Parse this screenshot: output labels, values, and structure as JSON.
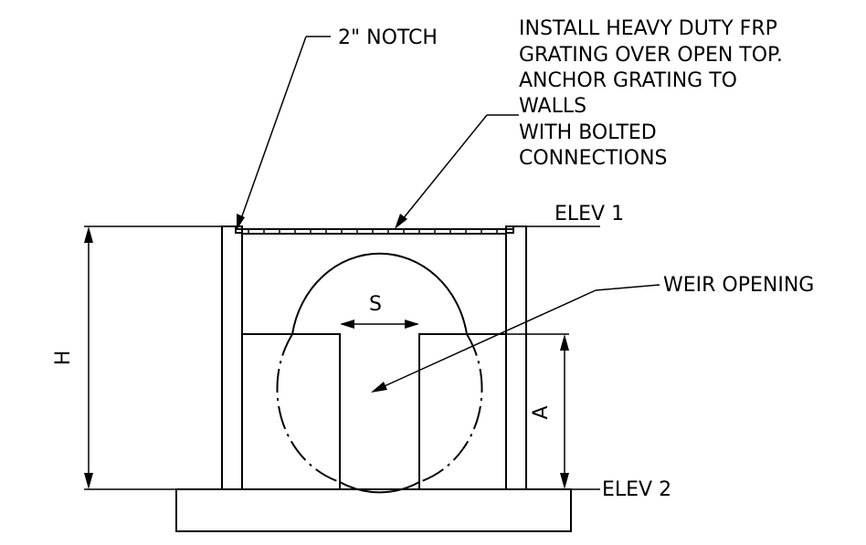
{
  "labels": {
    "notch": "2\" NOTCH",
    "grating_note": [
      "INSTALL HEAVY DUTY FRP",
      "GRATING OVER OPEN TOP.",
      "ANCHOR GRATING TO",
      "WALLS",
      "WITH BOLTED",
      "CONNECTIONS"
    ],
    "elev_1": "ELEV 1",
    "elev_2": "ELEV 2",
    "weir_opening": "WEIR OPENING",
    "dim_h": "H",
    "dim_a": "A",
    "dim_s": "S"
  }
}
